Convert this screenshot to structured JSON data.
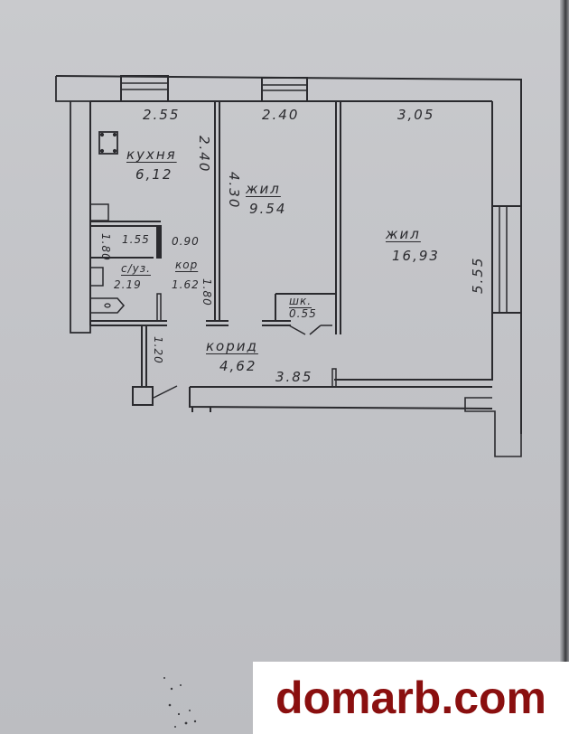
{
  "floor_plan": {
    "rooms": [
      {
        "id": "kitchen",
        "label": "кухня",
        "area": "6,12",
        "width": "2.55",
        "depth": "2.40"
      },
      {
        "id": "living-1",
        "label": "жил",
        "area": "9.54",
        "width": "2.40",
        "depth": "4.30"
      },
      {
        "id": "living-2",
        "label": "жил",
        "area": "16,93",
        "width": "3,05",
        "depth": "5.55"
      },
      {
        "id": "bath",
        "area": "1.55",
        "depth": "1.80"
      },
      {
        "id": "wc",
        "label": "с/уз.",
        "area": "2.19"
      },
      {
        "id": "hallway-small",
        "label": "кор",
        "area": "1.62",
        "width": "0.90",
        "depth": "1.80"
      },
      {
        "id": "closet",
        "label": "шк.",
        "area": "0.55"
      },
      {
        "id": "corridor",
        "label": "корид",
        "area": "4,62",
        "width": "3.85"
      }
    ],
    "extra_dimensions": {
      "entry_depth": "1.20"
    }
  },
  "watermark": {
    "text": "domarb.com",
    "color": "#8a0f0f"
  },
  "colors": {
    "paper": "#c6c7cb",
    "ink": "#2a2a2e"
  }
}
